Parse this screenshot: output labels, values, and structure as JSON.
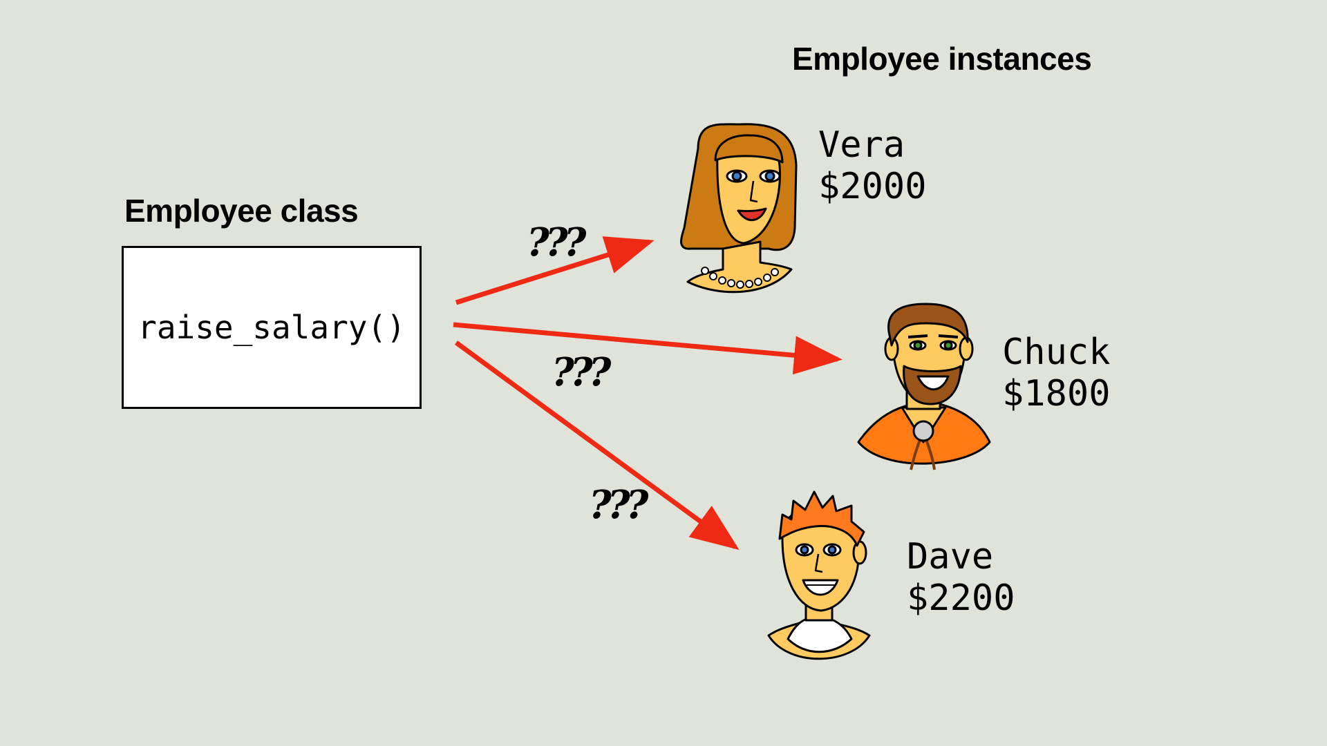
{
  "headings": {
    "class": "Employee class",
    "instances": "Employee instances"
  },
  "class_box": {
    "method": "raise_salary()"
  },
  "annotations": {
    "unknown": "???"
  },
  "employees": [
    {
      "name": "Vera",
      "salary": "$2000"
    },
    {
      "name": "Chuck",
      "salary": "$1800"
    },
    {
      "name": "Dave",
      "salary": "$2200"
    }
  ],
  "colors": {
    "background": "#e0e3da",
    "arrow": "#ee2a14",
    "skin": "#ffcb60",
    "vera_hair": "#cc7a14",
    "chuck_hair": "#9a5318",
    "chuck_shirt": "#ff7a12",
    "dave_hair": "#ff7a1c"
  },
  "icons": [
    "vera-avatar-icon",
    "chuck-avatar-icon",
    "dave-avatar-icon"
  ]
}
